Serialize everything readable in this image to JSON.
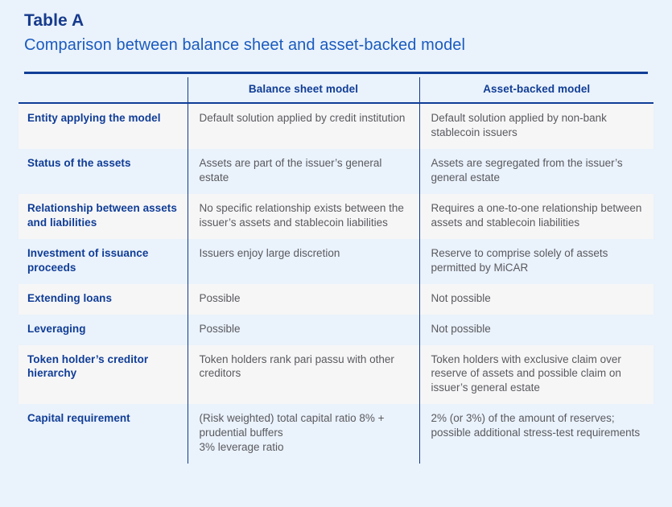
{
  "title": {
    "label": "Table A",
    "caption": "Comparison between balance sheet and asset-backed model"
  },
  "colors": {
    "page_background": "#eaf2fb",
    "heading_dark_blue": "#163b8c",
    "caption_blue": "#1a5bbf",
    "rule_blue": "#103d96",
    "row_odd_background": "#f6f6f7",
    "row_even_background": "#eaf2fb",
    "body_text": "#5a5a5f"
  },
  "table": {
    "headers": {
      "row_label": "",
      "balance_sheet": "Balance sheet model",
      "asset_backed": "Asset-backed model"
    },
    "rows": [
      {
        "label": "Entity applying the model",
        "balance_sheet": "Default solution applied by credit institution",
        "asset_backed": "Default solution applied by non-bank stablecoin issuers"
      },
      {
        "label": "Status of the assets",
        "balance_sheet": "Assets are part of the issuer’s general estate",
        "asset_backed": "Assets are segregated from the issuer’s general estate"
      },
      {
        "label": "Relationship between assets and liabilities",
        "balance_sheet": "No specific relationship exists between the issuer’s assets and stablecoin liabilities",
        "asset_backed": "Requires a one-to-one relationship between assets and stablecoin liabilities"
      },
      {
        "label": "Investment of issuance proceeds",
        "balance_sheet": "Issuers enjoy large discretion",
        "asset_backed": "Reserve to comprise solely of assets permitted by MiCAR"
      },
      {
        "label": "Extending loans",
        "balance_sheet": "Possible",
        "asset_backed": "Not possible"
      },
      {
        "label": "Leveraging",
        "balance_sheet": "Possible",
        "asset_backed": "Not possible"
      },
      {
        "label": "Token holder’s creditor hierarchy",
        "balance_sheet": "Token holders rank pari passu with other creditors",
        "asset_backed": "Token holders with exclusive claim over reserve of assets and possible claim on issuer’s general estate"
      },
      {
        "label": "Capital requirement",
        "balance_sheet_line1": "(Risk weighted) total capital ratio 8% + prudential buffers",
        "balance_sheet_line2": "3% leverage ratio",
        "asset_backed": "2% (or 3%) of the amount of reserves; possible additional stress-test requirements"
      }
    ]
  }
}
